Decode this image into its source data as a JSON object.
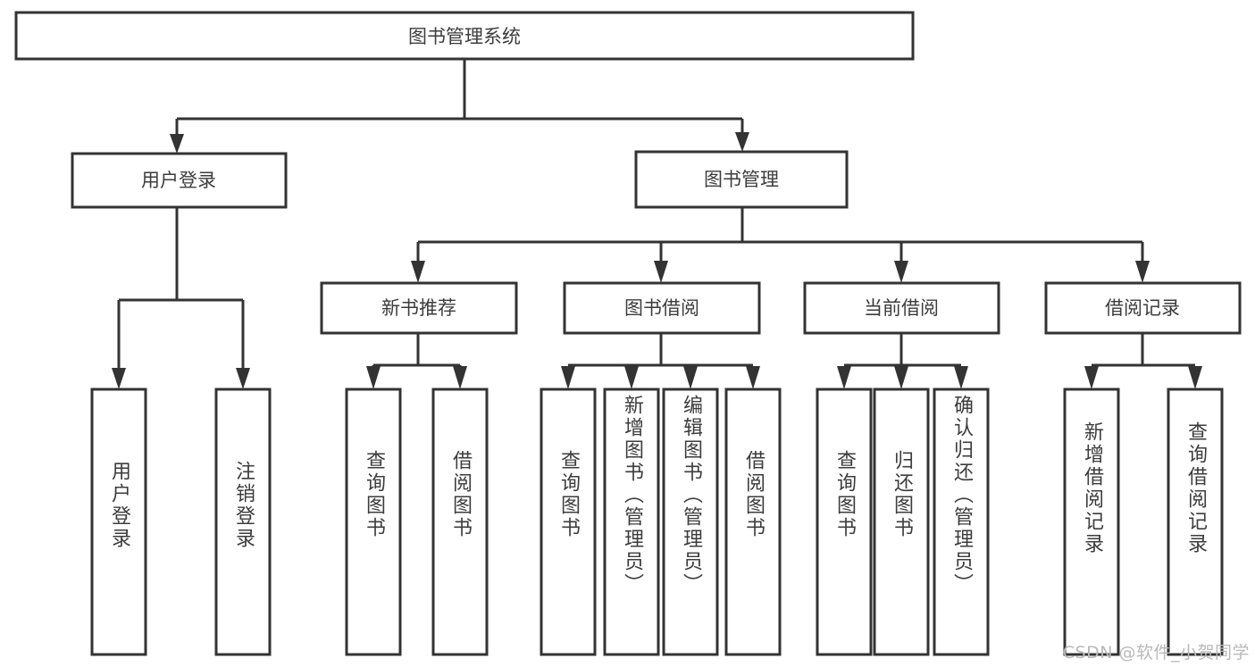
{
  "diagram": {
    "type": "tree-hierarchy",
    "title": "图书管理系统",
    "root": {
      "id": "root",
      "label": "图书管理系统",
      "orientation": "horizontal"
    },
    "level2": [
      {
        "id": "user-login",
        "label": "用户登录",
        "orientation": "horizontal"
      },
      {
        "id": "book-manage",
        "label": "图书管理",
        "orientation": "horizontal"
      }
    ],
    "level3": [
      {
        "id": "new-book-recommend",
        "label": "新书推荐",
        "orientation": "horizontal",
        "parent": "book-manage"
      },
      {
        "id": "book-borrow",
        "label": "图书借阅",
        "orientation": "horizontal",
        "parent": "book-manage"
      },
      {
        "id": "current-borrow",
        "label": "当前借阅",
        "orientation": "horizontal",
        "parent": "book-manage"
      },
      {
        "id": "borrow-record",
        "label": "借阅记录",
        "orientation": "horizontal",
        "parent": "book-manage"
      }
    ],
    "leaves": [
      {
        "id": "leaf-user-login",
        "label": "用户登录",
        "parent": "user-login",
        "orientation": "vertical"
      },
      {
        "id": "leaf-logout-login",
        "label": "注销登录",
        "parent": "user-login",
        "orientation": "vertical"
      },
      {
        "id": "leaf-query-book-1",
        "label": "查询图书",
        "parent": "new-book-recommend",
        "orientation": "vertical"
      },
      {
        "id": "leaf-borrow-book-1",
        "label": "借阅图书",
        "parent": "new-book-recommend",
        "orientation": "vertical"
      },
      {
        "id": "leaf-query-book-2",
        "label": "查询图书",
        "parent": "book-borrow",
        "orientation": "vertical"
      },
      {
        "id": "leaf-add-book",
        "label": "新增图书（管理员）",
        "parent": "book-borrow",
        "orientation": "vertical"
      },
      {
        "id": "leaf-edit-book",
        "label": "编辑图书（管理员）",
        "parent": "book-borrow",
        "orientation": "vertical"
      },
      {
        "id": "leaf-borrow-book-2",
        "label": "借阅图书",
        "parent": "book-borrow",
        "orientation": "vertical"
      },
      {
        "id": "leaf-query-book-3",
        "label": "查询图书",
        "parent": "current-borrow",
        "orientation": "vertical"
      },
      {
        "id": "leaf-return-book",
        "label": "归还图书",
        "parent": "current-borrow",
        "orientation": "vertical"
      },
      {
        "id": "leaf-confirm-return",
        "label": "确认归还（管理员）",
        "parent": "current-borrow",
        "orientation": "vertical"
      },
      {
        "id": "leaf-add-record",
        "label": "新增借阅记录",
        "parent": "borrow-record",
        "orientation": "vertical"
      },
      {
        "id": "leaf-query-record",
        "label": "查询借阅记录",
        "parent": "borrow-record",
        "orientation": "vertical"
      }
    ]
  },
  "watermark": {
    "text": "CSDN @软件_小贺同学"
  },
  "colors": {
    "stroke": "#333333",
    "text": "#3c3c3c",
    "background": "#ffffff",
    "watermark": "#b9b9b9"
  }
}
